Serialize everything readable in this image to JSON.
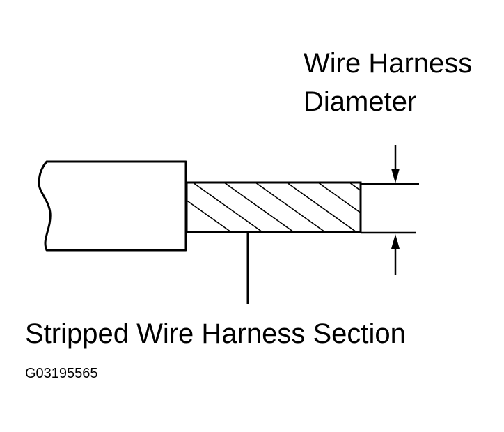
{
  "labels": {
    "diameter_line1": "Wire Harness",
    "diameter_line2": "Diameter",
    "section": "Stripped Wire Harness Section"
  },
  "figure_id": "G03195565",
  "colors": {
    "ink": "#000000",
    "paper": "#ffffff"
  },
  "icons": {
    "arrow_top": "arrow-down-icon",
    "arrow_bottom": "arrow-up-icon"
  }
}
